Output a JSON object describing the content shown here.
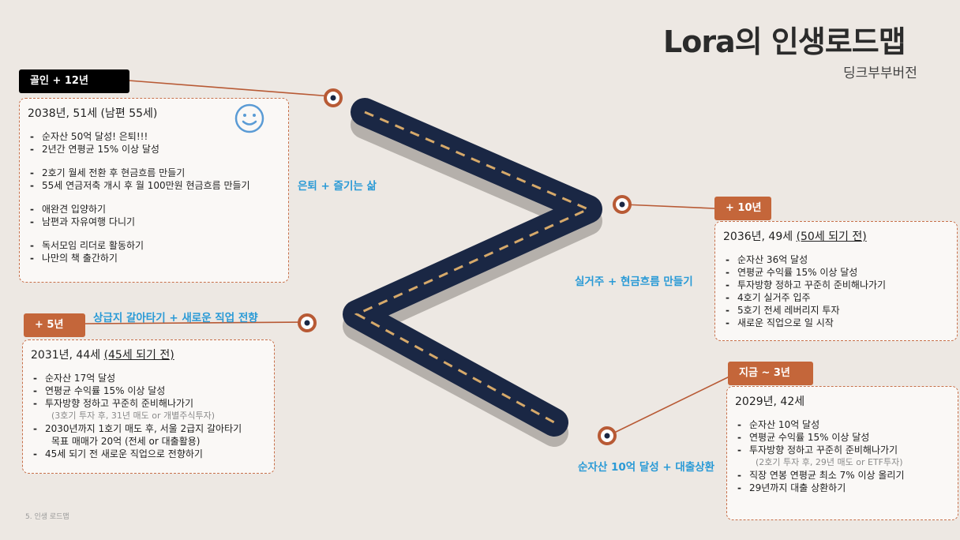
{
  "title": "Lora의 인생로드맵",
  "subtitle": "딩크부부버전",
  "footer": "5. 인생 로드맵",
  "icons": {
    "smiley": "smiley-face-icon"
  },
  "colors": {
    "road": "#1a2744",
    "dash": "#d6a96a",
    "tag": "#c4663a",
    "caption": "#2a9ad6",
    "marker": "#b85a35"
  },
  "milestones": [
    {
      "tag": "골인  + 12년",
      "caption": "은퇴 + 즐기는 삶",
      "header": "2038년, 51세 (남편 55세)",
      "items": [
        {
          "text": "순자산 50억 달성! 은퇴!!!"
        },
        {
          "text": "2년간 연평균 15% 이상 달성"
        },
        {
          "text": "2호기 월세 전환 후 현금흐름 만들기",
          "gap": true
        },
        {
          "text": "55세 연금저축 개시 후 월 100만원 현금흐름 만들기"
        },
        {
          "text": "애완견 입양하기",
          "gap": true
        },
        {
          "text": "남편과 자유여행 다니기"
        },
        {
          "text": "독서모임 리더로 활동하기",
          "gap": true
        },
        {
          "text": "나만의 책 출간하기"
        }
      ]
    },
    {
      "tag": "+ 10년",
      "caption": "실거주 + 현금흐름 만들기",
      "header_main": "2036년, 49세 ",
      "header_underline": "(50세 되기 전)",
      "items": [
        {
          "text": "순자산 36억 달성"
        },
        {
          "text": "연평균 수익률 15% 이상 달성"
        },
        {
          "text": "투자방향 정하고 꾸준히 준비해나가기"
        },
        {
          "text": "4호기 실거주 입주"
        },
        {
          "text": "5호기 전세 레버리지 투자"
        },
        {
          "text": "새로운 직업으로 일 시작"
        }
      ]
    },
    {
      "tag": "+ 5년",
      "caption": "상급지 갈아타기 + 새로운 직업 전향",
      "header_main": "2031년, 44세 ",
      "header_underline": "(45세 되기 전)",
      "items": [
        {
          "text": "순자산 17억 달성"
        },
        {
          "text": "연평균 수익률 15% 이상 달성"
        },
        {
          "text": "투자방향 정하고 꾸준히 준비해나가기"
        },
        {
          "text": "(3호기 투자 후, 31년 매도 or 개별주식투자)",
          "note": true
        },
        {
          "text": "2030년까지 1호기 매도 후, 서울 2급지 갈아타기"
        },
        {
          "text": "목표 매매가 20억 (전세 or 대출활용)",
          "note2": true
        },
        {
          "text": "45세 되기 전 새로운 직업으로 전향하기"
        }
      ]
    },
    {
      "tag": "지금 ~ 3년",
      "caption": "순자산 10억 달성 + 대출상환",
      "header": "2029년, 42세",
      "items": [
        {
          "text": "순자산 10억 달성"
        },
        {
          "text": "연평균 수익률 15% 이상 달성"
        },
        {
          "text": "투자방향 정하고 꾸준히 준비해나가기"
        },
        {
          "text": "(2호기 투자 후, 29년 매도 or ETF투자)",
          "note": true
        },
        {
          "text": "직장 연봉 연평균 최소 7% 이상 올리기"
        },
        {
          "text": "29년까지 대출 상환하기"
        }
      ]
    }
  ]
}
